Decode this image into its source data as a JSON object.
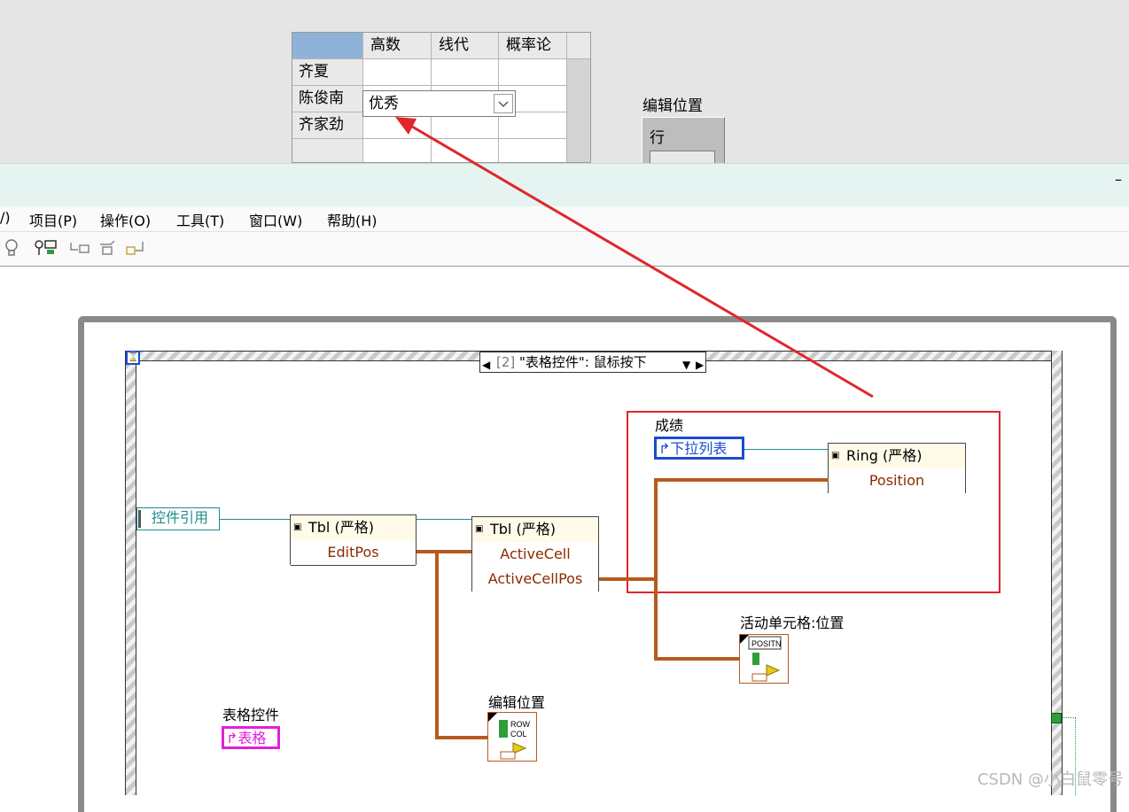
{
  "front_panel": {
    "table": {
      "columns": [
        "高数",
        "线代",
        "概率论"
      ],
      "rows": [
        "齐夏",
        "陈俊南",
        "齐家劲"
      ]
    },
    "ring_value": "优秀",
    "edit_position": {
      "label": "编辑位置",
      "row_label": "行"
    }
  },
  "block_diagram": {
    "window": {
      "minimize_glyph": "–"
    },
    "menu": [
      "/)",
      "项目(P)",
      "操作(O)",
      "工具(T)",
      "窗口(W)",
      "帮助(H)"
    ],
    "toolbar_icons": [
      "lightbulb-icon",
      "probe-icon",
      "step-into-icon",
      "step-over-icon",
      "step-out-icon"
    ],
    "event_selector": {
      "index": "[2]",
      "text": "\"表格控件\": 鼠标按下"
    },
    "control_ref_label": "控件引用",
    "node1": {
      "class": "Tbl (严格)",
      "property": "EditPos"
    },
    "node2": {
      "class": "Tbl (严格)",
      "property1": "ActiveCell",
      "property2": "ActiveCellPos"
    },
    "node3": {
      "class": "Ring (严格)",
      "property": "Position"
    },
    "grade_label": "成绩",
    "grade_ref": "下拉列表",
    "active_cell_label": "活动单元格:位置",
    "active_cell_icon_text": "POSITN",
    "edit_pos_label": "编辑位置",
    "edit_pos_icon_text": [
      "ROW",
      "COL"
    ],
    "table_ctl_label": "表格控件",
    "table_ctl_ref": "表格"
  },
  "annotation": {
    "color": "#e0262c"
  },
  "watermark": "CSDN @小白鼠零号",
  "colors": {
    "wire_reference": "#1f8c8c",
    "wire_cluster": "#b75a1e",
    "property_text": "#8b2b00",
    "ref_blue": "#1a4cd1",
    "ref_magenta": "#e020d8"
  }
}
